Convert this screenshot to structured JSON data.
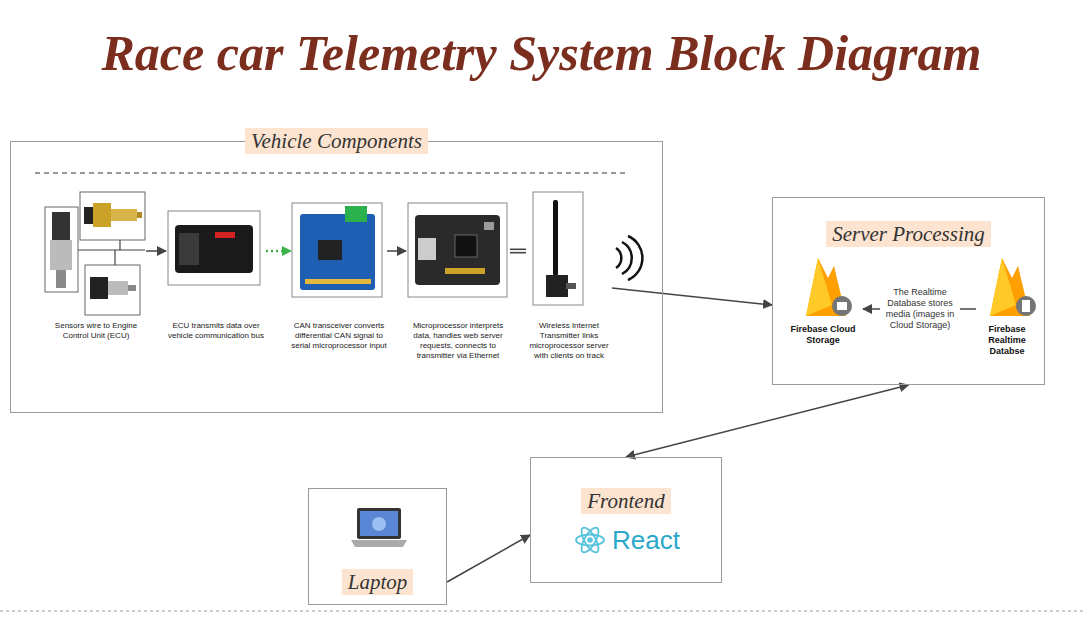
{
  "diagram": {
    "title": "Race car Telemetry System Block Diagram",
    "nodes": [
      {
        "text": [
          "Vehicle Components"
        ]
      },
      {
        "text": [
          "Sensors wire to Engine Control Unit (ECU)"
        ],
        "in": 0
      },
      {
        "text": [
          "ECU transmits data over vehicle communication bus"
        ],
        "in": 0
      },
      {
        "text": [
          "CAN transceiver converts differential CAN signal to serial microprocessor input"
        ],
        "in": 0
      },
      {
        "text": [
          "Microprocessor interprets data, handles web server requests, connects to transmitter via Ethernet"
        ],
        "in": 0
      },
      {
        "text": [
          "Wireless Internet Transmitter links microprocessor server with clients on track"
        ],
        "in": 0
      },
      {
        "text": [
          "Server Processing"
        ]
      },
      {
        "text": [
          "Firebase Cloud Storage"
        ],
        "in": 6
      },
      {
        "text": [
          "Firebase Realtime Databse"
        ],
        "in": 6
      },
      {
        "text": [
          "Frontend",
          "React"
        ]
      },
      {
        "text": [
          "Laptop"
        ]
      }
    ],
    "edges": [
      {
        "from": 1,
        "to": 2,
        "arrow": "to"
      },
      {
        "from": 2,
        "to": 3,
        "arrow": "to"
      },
      {
        "from": 3,
        "to": 4,
        "arrow": "to"
      },
      {
        "from": 4,
        "to": 5,
        "arrow": "none"
      },
      {
        "from": 5,
        "to": 6,
        "arrow": "to"
      },
      {
        "from": 8,
        "to": 7,
        "label": "The Realtime Database stores media (images in Cloud Storage)",
        "arrow": "to"
      },
      {
        "from": 6,
        "to": 9,
        "arrow": "both"
      },
      {
        "from": 10,
        "to": 9,
        "arrow": "to"
      }
    ]
  }
}
